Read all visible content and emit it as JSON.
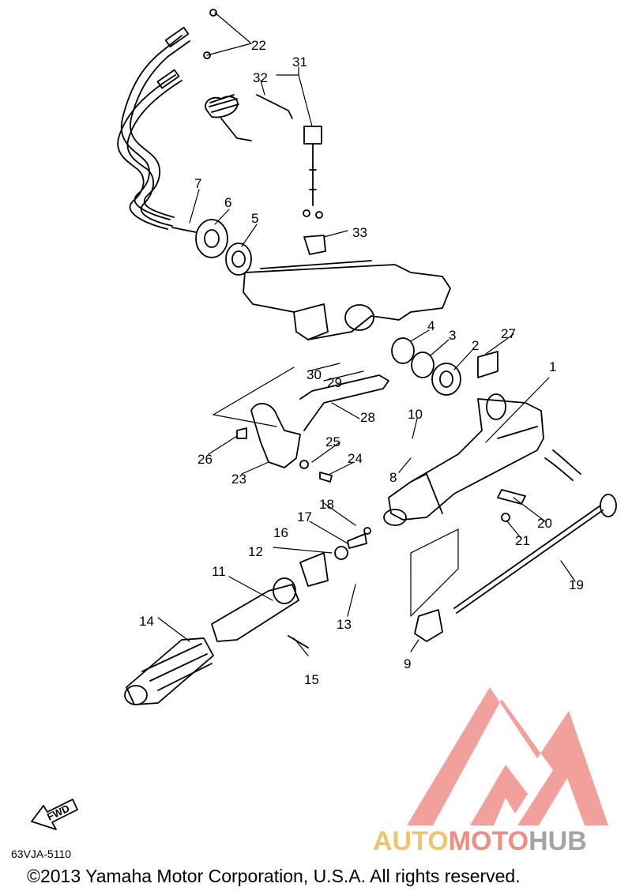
{
  "diagram": {
    "document_number": "63VJA-5110",
    "copyright": "©2013 Yamaha Motor Corporation, U.S.A. All rights reserved.",
    "fwd_label": "FWD",
    "parts": [
      {
        "id": "1",
        "label": "1"
      },
      {
        "id": "2",
        "label": "2"
      },
      {
        "id": "3",
        "label": "3"
      },
      {
        "id": "4",
        "label": "4"
      },
      {
        "id": "5",
        "label": "5"
      },
      {
        "id": "6",
        "label": "6"
      },
      {
        "id": "7",
        "label": "7"
      },
      {
        "id": "8",
        "label": "8"
      },
      {
        "id": "9",
        "label": "9"
      },
      {
        "id": "10",
        "label": "10"
      },
      {
        "id": "11",
        "label": "11"
      },
      {
        "id": "12",
        "label": "12"
      },
      {
        "id": "13",
        "label": "13"
      },
      {
        "id": "14",
        "label": "14"
      },
      {
        "id": "15",
        "label": "15"
      },
      {
        "id": "16",
        "label": "16"
      },
      {
        "id": "17",
        "label": "17"
      },
      {
        "id": "18",
        "label": "18"
      },
      {
        "id": "19",
        "label": "19"
      },
      {
        "id": "20",
        "label": "20"
      },
      {
        "id": "21",
        "label": "21"
      },
      {
        "id": "22",
        "label": "22"
      },
      {
        "id": "23",
        "label": "23"
      },
      {
        "id": "24",
        "label": "24"
      },
      {
        "id": "25",
        "label": "25"
      },
      {
        "id": "26",
        "label": "26"
      },
      {
        "id": "27",
        "label": "27"
      },
      {
        "id": "28",
        "label": "28"
      },
      {
        "id": "29",
        "label": "29"
      },
      {
        "id": "30",
        "label": "30"
      },
      {
        "id": "31",
        "label": "31"
      },
      {
        "id": "32",
        "label": "32"
      },
      {
        "id": "33",
        "label": "33"
      }
    ]
  },
  "watermark": {
    "part1": "AUTO",
    "part2": "MOTO",
    "part3": "HUB",
    "colors": {
      "auto": "#f2c46a",
      "moto": "#f08c80",
      "hub": "#a4a4a4",
      "logo": "#f0908a"
    }
  }
}
